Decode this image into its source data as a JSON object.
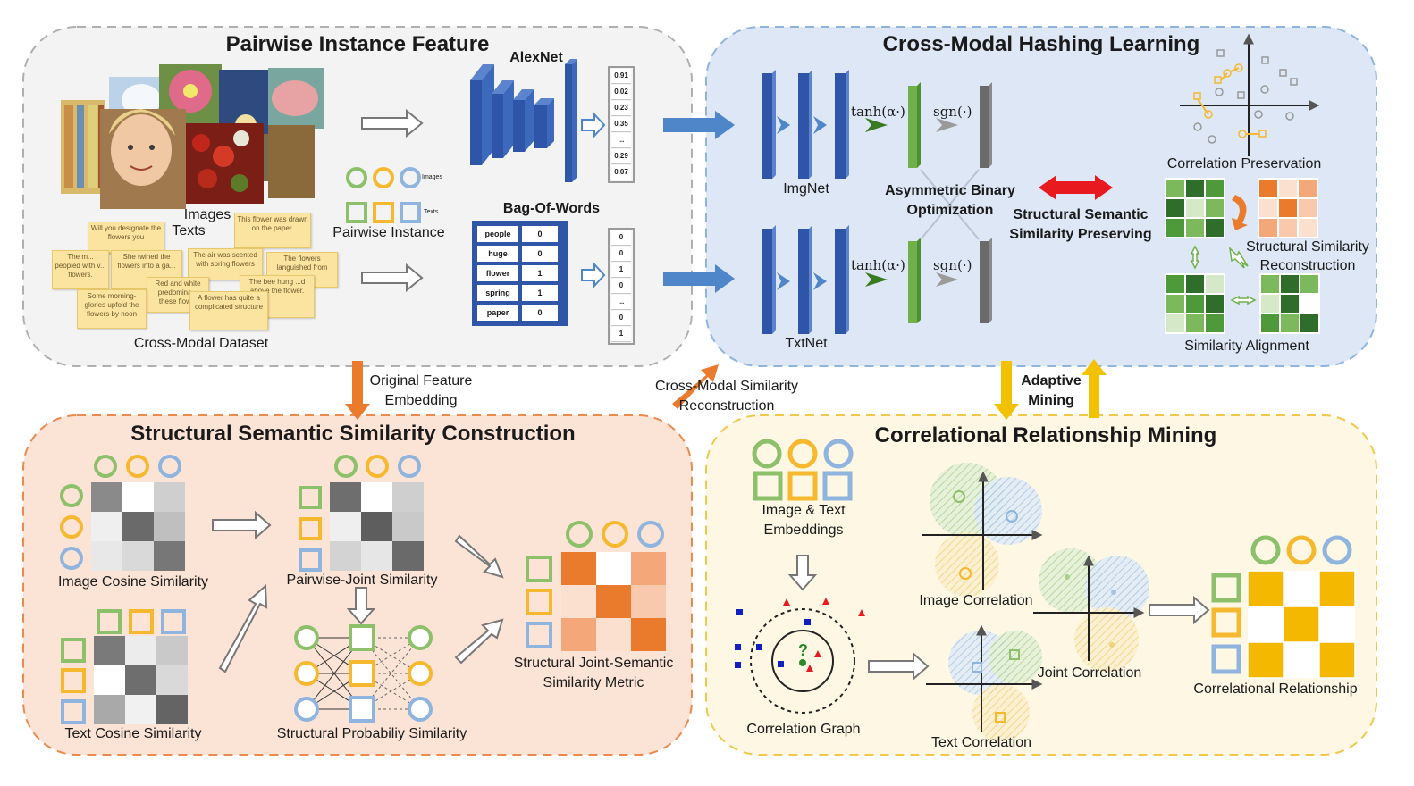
{
  "panels": {
    "pairwise_instance_feature": "Pairwise Instance Feature",
    "cross_modal_hashing_learning": "Cross-Modal Hashing Learning",
    "structural_semantic_similarity_construction": "Structural Semantic Similarity Construction",
    "correlational_relationship_mining": "Correlational Relationship Mining"
  },
  "top_left": {
    "images_label": "Images",
    "texts_label": "Texts",
    "dataset_label": "Cross-Modal Dataset",
    "pairwise_instance_label": "Pairwise Instance",
    "legend_images": "Images",
    "legend_texts": "Texts",
    "alexnet_label": "AlexNet",
    "bow_label": "Bag-Of-Words",
    "alexnet_vector": [
      "0.91",
      "0.02",
      "0.23",
      "0.35",
      "...",
      "0.29",
      "0.07"
    ],
    "bow_words": [
      "people",
      "huge",
      "flower",
      "spring",
      "paper"
    ],
    "bow_counts": [
      "0",
      "0",
      "1",
      "1",
      "0"
    ],
    "bow_vector": [
      "0",
      "0",
      "1",
      "0",
      "...",
      "0",
      "1"
    ],
    "notes": [
      "Will you designate the flowers you",
      "This flower was drawn on the paper.",
      "The m... peopled with v... flowers.",
      "She twined the flowers into a ga...",
      "The air was scented with spring flowers",
      "The flowers languished from",
      "Red and white predomina... these flow...",
      "The bee hung ...d above the flower.",
      "Some morning-glories upfold the flowers by noon",
      "A flower has quite a complicated structure"
    ]
  },
  "top_right": {
    "imgnet_label": "ImgNet",
    "txtnet_label": "TxtNet",
    "tanh_label": "tanh(α·)",
    "sgn_label": "sgn(·)",
    "asym_line1": "Asymmetric Binary",
    "asym_line2": "Optimization",
    "sssp_line1": "Structural Semantic",
    "sssp_line2": "Similarity Preserving",
    "correlation_preservation": "Correlation Preservation",
    "ssr_line1": "Structural Similarity",
    "ssr_line2": "Reconstruction",
    "similarity_alignment": "Similarity Alignment"
  },
  "connectors": {
    "original_feature_line1": "Original Feature",
    "original_feature_line2": "Embedding",
    "cmsr_line1": "Cross-Modal Similarity",
    "cmsr_line2": "Reconstruction",
    "adaptive_line1": "Adaptive",
    "adaptive_line2": "Mining"
  },
  "bottom_left": {
    "image_cosine": "Image Cosine Similarity",
    "text_cosine": "Text Cosine Similarity",
    "pairwise_joint": "Pairwise-Joint Similarity",
    "structural_prob": "Structural Probabiliy Similarity",
    "metric_line1": "Structural Joint-Semantic",
    "metric_line2": "Similarity Metric"
  },
  "bottom_right": {
    "embeddings_line1": "Image & Text",
    "embeddings_line2": "Embeddings",
    "correlation_graph": "Correlation Graph",
    "graph_question": "?",
    "image_correlation": "Image Correlation",
    "joint_correlation": "Joint Correlation",
    "text_correlation": "Text Correlation",
    "correlational_relationship": "Correlational Relationship"
  },
  "colors": {
    "green": "#8cc06a",
    "yellow": "#f5b82e",
    "blue": "#8fb4de",
    "orange": "#ea7a2c",
    "net_blue": "#2e55a8",
    "arrow_blue": "#4f86c9",
    "gold": "#f2c100",
    "red": "#e8191f"
  }
}
